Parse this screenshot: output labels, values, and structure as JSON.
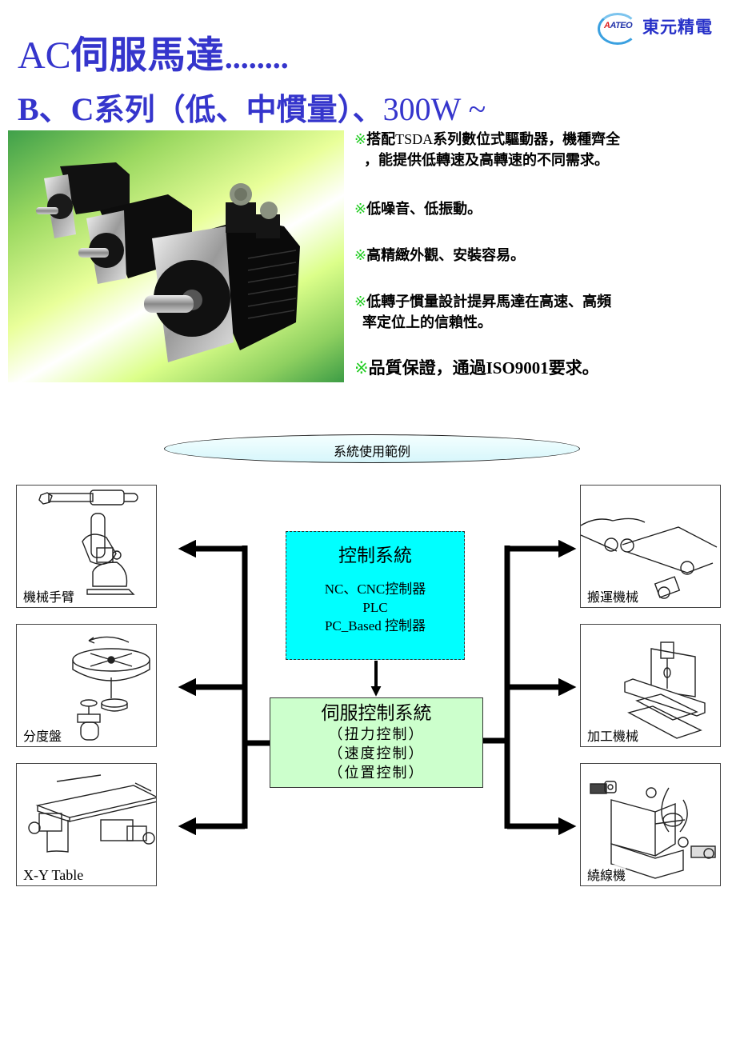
{
  "logo": {
    "mark": "ATEO",
    "company": "東元精電"
  },
  "title": {
    "line1_prefix": "AC",
    "line1_main": "伺服馬達",
    "line1_dots": "........",
    "line2_series": "B、C",
    "line2_main": "系列（低、中慣量）、",
    "line2_power": "300W ~"
  },
  "features": [
    {
      "mark": "※",
      "parts": [
        "搭配",
        "TSDA",
        "系列數位式驅動器，機種齊全"
      ],
      "cont": "，能提供低轉速及高轉速的不同需求。"
    },
    {
      "mark": "※",
      "text": "低噪音、低振動。"
    },
    {
      "mark": "※",
      "text": "高精緻外觀、安裝容易。"
    },
    {
      "mark": "※",
      "text": "低轉子慣量設計提昇馬達在高速、高頻",
      "cont": "率定位上的信賴性。"
    },
    {
      "mark": "※",
      "parts": [
        "品質保證，通過",
        "ISO9001",
        "要求。"
      ]
    }
  ],
  "diagram": {
    "banner": "系統使用範例",
    "control_system": {
      "title": "控制系統",
      "lines": [
        "NC、CNC控制器",
        "PLC",
        "PC_Based 控制器"
      ]
    },
    "servo_system": {
      "title": "伺服控制系統",
      "lines": [
        "（扭力控制）",
        "（速度控制）",
        "（位置控制）"
      ]
    },
    "left_apps": [
      {
        "label": "機械手臂",
        "icon": "robot-arm-icon"
      },
      {
        "label": "分度盤",
        "icon": "index-table-icon"
      },
      {
        "label": "X-Y Table",
        "icon": "xy-table-icon"
      }
    ],
    "right_apps": [
      {
        "label": "搬運機械",
        "icon": "conveyor-icon"
      },
      {
        "label": "加工機械",
        "icon": "machining-icon"
      },
      {
        "label": "繞線機",
        "icon": "winding-machine-icon"
      }
    ]
  },
  "colors": {
    "title": "#3535cc",
    "bullet": "#22cc22",
    "control_box": "#00ffff",
    "servo_box": "#ccffcc",
    "banner": "#d6f6fb"
  }
}
